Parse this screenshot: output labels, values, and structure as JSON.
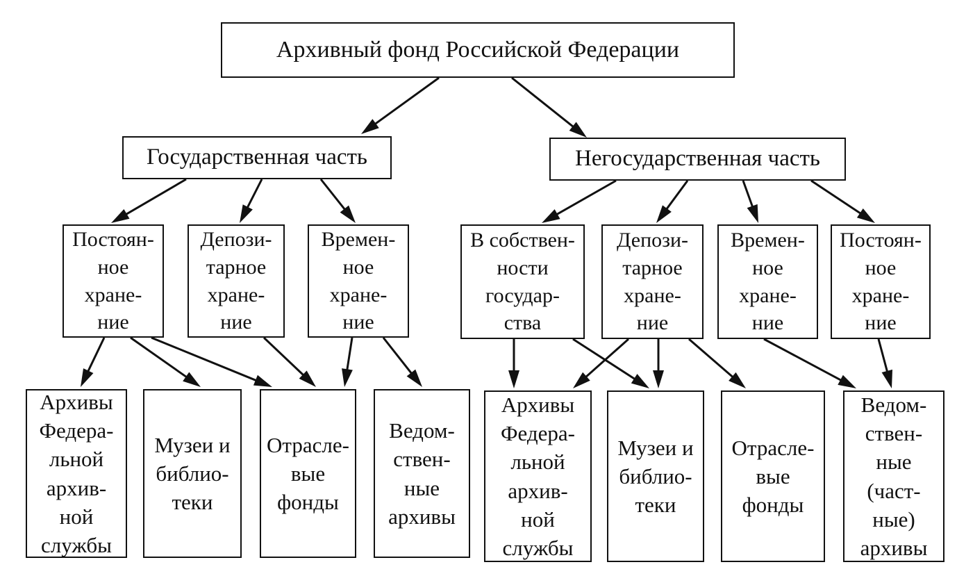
{
  "title": "Архивный фонд Российской Федерации",
  "state": {
    "label": "Государственная часть",
    "modes": [
      "Постоян-\nное\nхране-\nние",
      "Депози-\nтарное\nхране-\nние",
      "Времен-\nное\nхране-\nние"
    ],
    "holders": [
      "Архивы\nФедера-\nльной\nархив-\nной\nслужбы",
      "Музеи и\nбиблио-\nтеки",
      "Отрасле-\nвые\nфонды",
      "Ведом-\nствен-\nные\nархивы"
    ]
  },
  "nonstate": {
    "label": "Негосударственная часть",
    "modes": [
      "В собствен-\nности\nгосудар-\nства",
      "Депози-\nтарное\nхране-\nние",
      "Времен-\nное\nхране-\nние",
      "Постоян-\nное\nхране-\nние"
    ],
    "holders": [
      "Архивы\nФедера-\nльной\nархив-\nной\nслужбы",
      "Музеи и\nбиблио-\nтеки",
      "Отрасле-\nвые\nфонды",
      "Ведом-\nствен-\nные\n(част-\nные)\nархивы"
    ]
  },
  "colors": {
    "line": "#111111",
    "box_fill": "#ffffff"
  }
}
